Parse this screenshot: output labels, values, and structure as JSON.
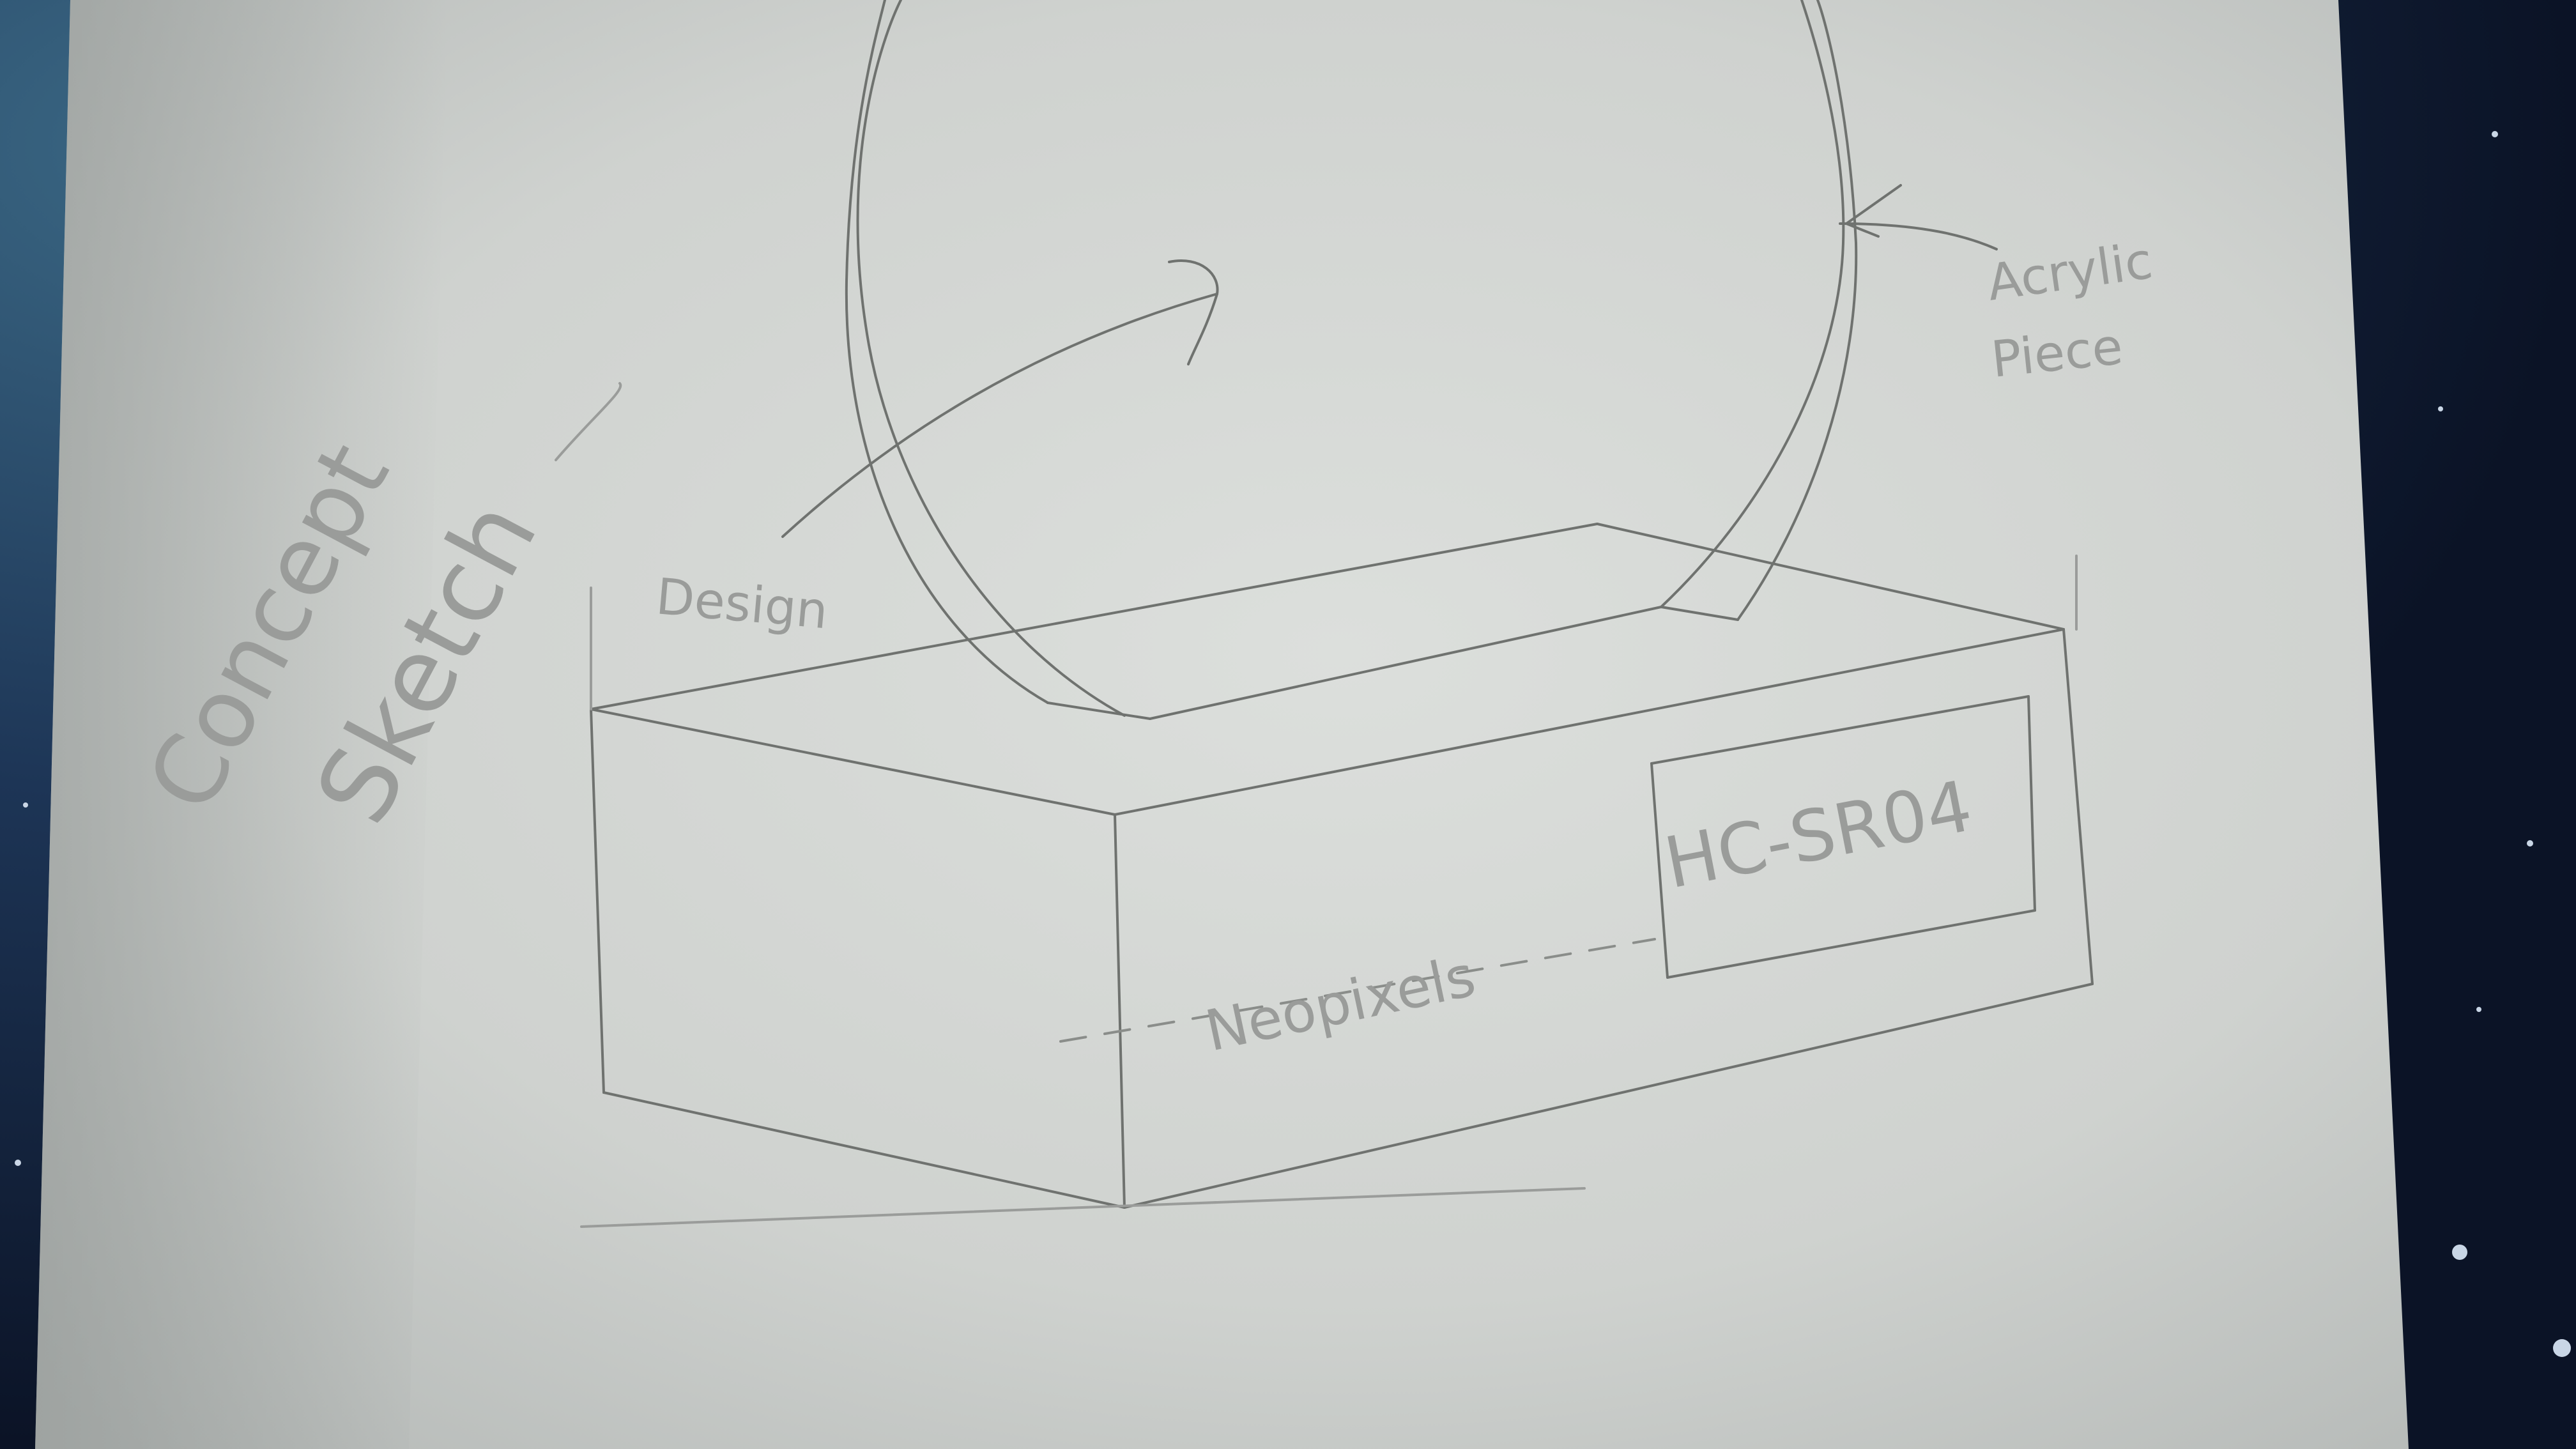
{
  "photo": {
    "subject": "pencil sketch on paper",
    "colors": {
      "background": "#0d1528",
      "paper": "#d2d5d2",
      "paper_shadow": "#aeb2b0",
      "pencil": "#6f726f",
      "pencil_light": "#9a9c9a"
    }
  },
  "labels": {
    "title_line1": "Concept",
    "title_line2": "Sketch",
    "design": "Design",
    "acrylic_line1": "Acrylic",
    "acrylic_line2": "Piece",
    "sensor": "HC-SR04",
    "neopixels": "Neopixels"
  }
}
